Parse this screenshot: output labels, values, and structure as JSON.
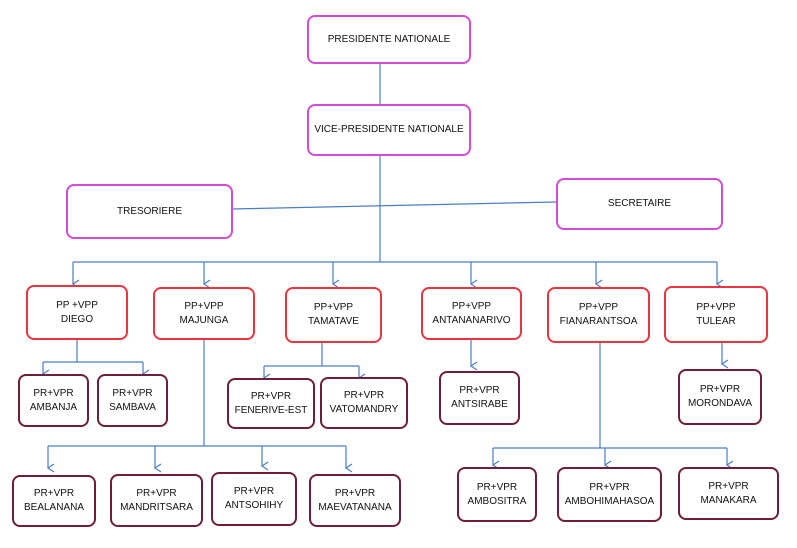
{
  "org_chart": {
    "top": {
      "president": "PRESIDENTE NATIONALE",
      "vice_president": "VICE-PRESIDENTE NATIONALE",
      "treasurer": "TRESORIERE",
      "secretary": "SECRETAIRE"
    },
    "regions": [
      {
        "title": "PP +VPP",
        "name": "DIEGO",
        "branches": [
          {
            "title": "PR+VPR",
            "name": "AMBANJA"
          },
          {
            "title": "PR+VPR",
            "name": "SAMBAVA"
          }
        ]
      },
      {
        "title": "PP+VPP",
        "name": "MAJUNGA",
        "branches": [
          {
            "title": "PR+VPR",
            "name": "BEALANANA"
          },
          {
            "title": "PR+VPR",
            "name": "MANDRITSARA"
          },
          {
            "title": "PR+VPR",
            "name": "ANTSOHIHY"
          },
          {
            "title": "PR+VPR",
            "name": "MAEVATANANA"
          }
        ]
      },
      {
        "title": "PP+VPP",
        "name": "TAMATAVE",
        "branches": [
          {
            "title": "PR+VPR",
            "name": "FENERIVE-EST"
          },
          {
            "title": "PR+VPR",
            "name": "VATOMANDRY"
          }
        ]
      },
      {
        "title": "PP+VPP",
        "name": "ANTANANARIVO",
        "branches": [
          {
            "title": "PR+VPR",
            "name": "ANTSIRABE"
          }
        ]
      },
      {
        "title": "PP+VPP",
        "name": "FIANARANTSOA",
        "branches": [
          {
            "title": "PR+VPR",
            "name": "AMBOSITRA"
          },
          {
            "title": "PR+VPR",
            "name": "AMBOHIMAHASOA"
          },
          {
            "title": "PR+VPR",
            "name": "MANAKARA"
          }
        ]
      },
      {
        "title": "PP+VPP",
        "name": "TULEAR",
        "branches": [
          {
            "title": "PR+VPR",
            "name": "MORONDAVA"
          }
        ]
      }
    ]
  },
  "colors": {
    "connector": "#4a7ec6",
    "executive_border": "#d44bd4",
    "regional_border": "#e8353f",
    "local_border": "#6e1d3a"
  }
}
